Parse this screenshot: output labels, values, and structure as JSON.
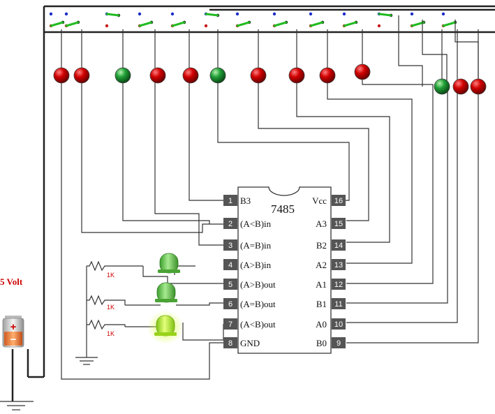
{
  "colors": {
    "led_red": "#c80000",
    "led_green": "#1f9e36",
    "out_led_green": "#5fc24a",
    "out_led_lime": "#a8e21a",
    "wire": "#333333",
    "pin_box": "#555555",
    "resistor_label": "#cc0000",
    "supply_label": "#cc0000",
    "switch_lever": "#22bb22"
  },
  "chip": {
    "title": "7485",
    "pins": [
      {
        "num": "1",
        "label": "B3"
      },
      {
        "num": "2",
        "label": "(A<B)in"
      },
      {
        "num": "3",
        "label": "(A=B)in"
      },
      {
        "num": "4",
        "label": "(A>B)in"
      },
      {
        "num": "5",
        "label": "(A>B)out"
      },
      {
        "num": "6",
        "label": "(A=B)out"
      },
      {
        "num": "7",
        "label": "(A<B)out"
      },
      {
        "num": "8",
        "label": "GND"
      },
      {
        "num": "16",
        "label": "Vcc"
      },
      {
        "num": "15",
        "label": "A3"
      },
      {
        "num": "14",
        "label": "B2"
      },
      {
        "num": "13",
        "label": "A2"
      },
      {
        "num": "12",
        "label": "A1"
      },
      {
        "num": "11",
        "label": "B1"
      },
      {
        "num": "10",
        "label": "A0"
      },
      {
        "num": "9",
        "label": "B0"
      }
    ]
  },
  "resistors": [
    "1K",
    "1K",
    "1K"
  ],
  "power": {
    "label": "5 Volt",
    "plus": "+",
    "minus": "−"
  },
  "input_leds": [
    "red",
    "red",
    "green",
    "red",
    "red",
    "green",
    "red",
    "red",
    "red",
    "red",
    "green",
    "red",
    "red"
  ],
  "output_leds": [
    "green",
    "green",
    "lime"
  ],
  "switches": [
    "down",
    "down",
    "up",
    "down",
    "down",
    "up",
    "down",
    "down",
    "down",
    "down",
    "up",
    "down",
    "down"
  ]
}
